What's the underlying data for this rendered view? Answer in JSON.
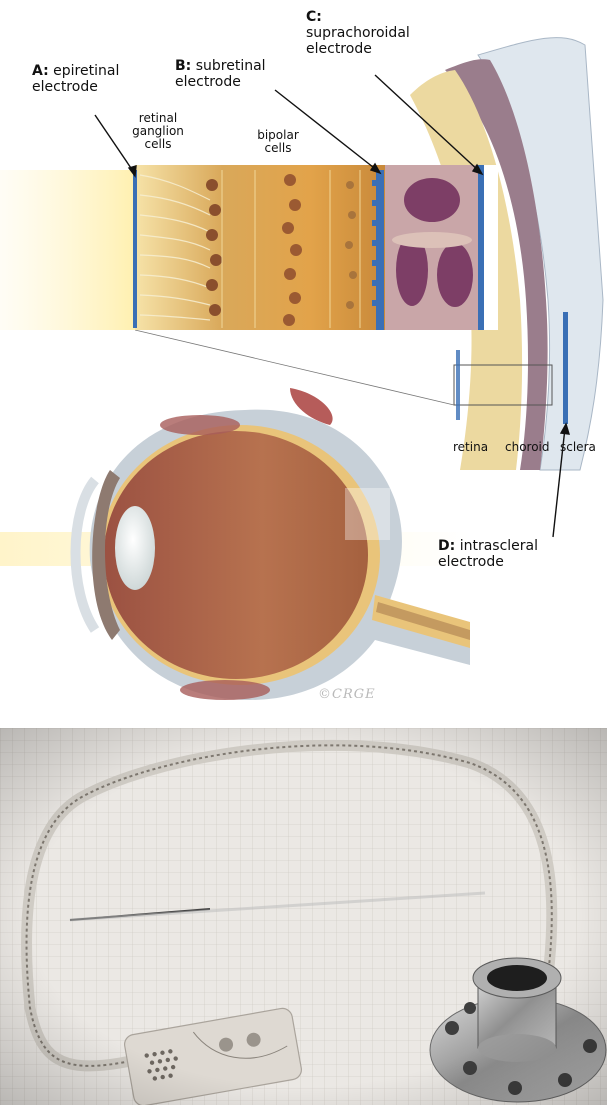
{
  "electrodes": {
    "a": {
      "key": "A:",
      "text1": "epiretinal",
      "text2": "electrode"
    },
    "b": {
      "key": "B:",
      "text1": "subretinal",
      "text2": "electrode"
    },
    "c": {
      "key": "C:",
      "text1": "suprachoroidal",
      "text2": "electrode"
    },
    "d": {
      "key": "D:",
      "text1": "intrascleral",
      "text2": "electrode"
    }
  },
  "cells": {
    "ganglion": {
      "l1": "retinal",
      "l2": "ganglion",
      "l3": "cells"
    },
    "bipolar": {
      "l1": "bipolar",
      "l2": "cells"
    }
  },
  "layers": {
    "retina": "retina",
    "choroid": "choroid",
    "sclera": "sclera"
  },
  "signature": "©CRGE",
  "colors": {
    "electrode_blue": "#3a6fb5",
    "retina_yellow": "#e9c47a",
    "choroid_purple": "#8a5a78"
  }
}
